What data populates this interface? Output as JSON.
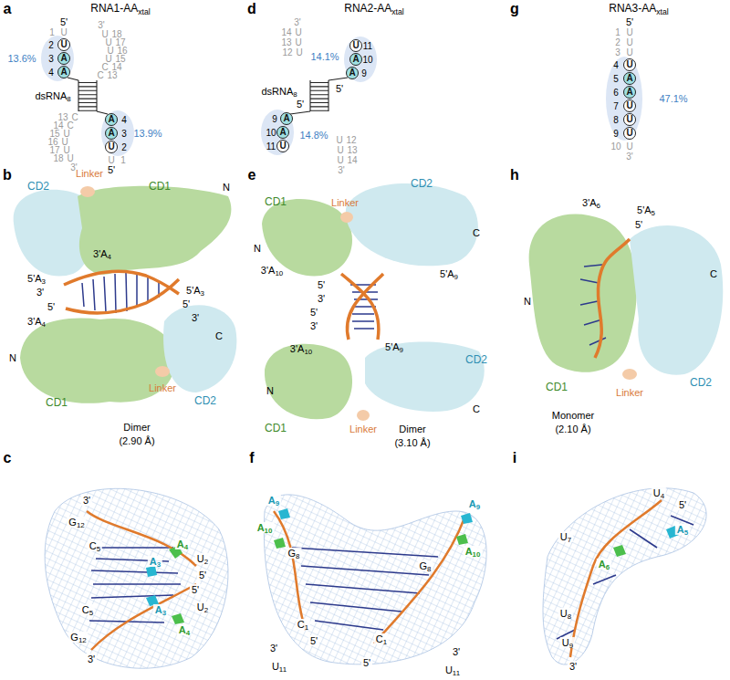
{
  "diagram": {
    "nodes": [
      {
        "text": [
          "U"
        ]
      },
      {
        "text": [
          "A"
        ]
      },
      {
        "text": [
          "A"
        ]
      },
      {
        "text": [
          "A"
        ]
      },
      {
        "text": [
          "A"
        ]
      },
      {
        "text": [
          "U"
        ]
      },
      {
        "text": [
          "U"
        ]
      },
      {
        "text": [
          "A"
        ]
      },
      {
        "text": [
          "A"
        ]
      },
      {
        "text": [
          "A"
        ]
      },
      {
        "text": [
          "A"
        ]
      },
      {
        "text": [
          "U"
        ]
      },
      {
        "text": [
          "U"
        ]
      },
      {
        "text": [
          "A"
        ]
      },
      {
        "text": [
          "A"
        ]
      },
      {
        "text": [
          "U"
        ]
      },
      {
        "text": [
          "U"
        ]
      },
      {
        "text": [
          "U"
        ]
      }
    ],
    "labels": [
      "a",
      "RNA1-AAxtal",
      "5'",
      "1",
      "U",
      "2",
      "3",
      "4",
      "13.6%",
      "dsRNA8",
      "3'",
      "U",
      "18",
      "U",
      "17",
      "U",
      "16",
      "U",
      "15",
      "C",
      "14",
      "C",
      "13",
      "13",
      "C",
      "14",
      "C",
      "15",
      "U",
      "16",
      "U",
      "17",
      "U",
      "18",
      "U",
      "3'",
      "4",
      "3",
      "2",
      "U",
      "1",
      "5'",
      "13.9%",
      "d",
      "RNA2-AAxtal",
      "3'",
      "14",
      "U",
      "13",
      "U",
      "12",
      "U",
      "14.1%",
      "11",
      "10",
      "9",
      "5'",
      "dsRNA8",
      "9",
      "10",
      "11",
      "5'",
      "14.8%",
      "U",
      "12",
      "U",
      "13",
      "U",
      "14",
      "3'",
      "g",
      "RNA3-AAxtal",
      "5'",
      "1",
      "U",
      "2",
      "U",
      "3",
      "U",
      "4",
      "5",
      "6",
      "7",
      "8",
      "9",
      "10",
      "U",
      "3'",
      "47.1%",
      "b",
      "CD2",
      "Linker",
      "CD1",
      "N",
      "3'A4",
      "5'A3",
      "3'",
      "5'",
      "3'A4",
      "5'A3",
      "5'",
      "3'",
      "C",
      "N",
      "Linker",
      "CD1",
      "CD2",
      "Dimer",
      "(2.90 Å)",
      "e",
      "CD2",
      "CD1",
      "Linker",
      "C",
      "N",
      "3'A10",
      "5'A9",
      "5'",
      "3'",
      "5'",
      "3'",
      "3'A10",
      "5'A9",
      "CD2",
      "C",
      "N",
      "CD1",
      "Linker",
      "Dimer",
      "(3.10 Å)",
      "h",
      "3'A6",
      "5'A5",
      "5'",
      "C",
      "N",
      "CD1",
      "Linker",
      "CD2",
      "Monomer",
      "(2.10 Å)",
      "c",
      "3'",
      "G12",
      "C5",
      "A4",
      "A3",
      "U2",
      "5'",
      "5'",
      "U2",
      "A3",
      "A4",
      "C5",
      "G12",
      "3'",
      "f",
      "A9",
      "A10",
      "G8",
      "C1",
      "5'",
      "3'",
      "U11",
      "A9",
      "A10",
      "G8",
      "C1",
      "5'",
      "3'",
      "U11",
      "i",
      "U4",
      "5'",
      "A5",
      "U7",
      "A6",
      "U8",
      "U9",
      "3'"
    ]
  }
}
